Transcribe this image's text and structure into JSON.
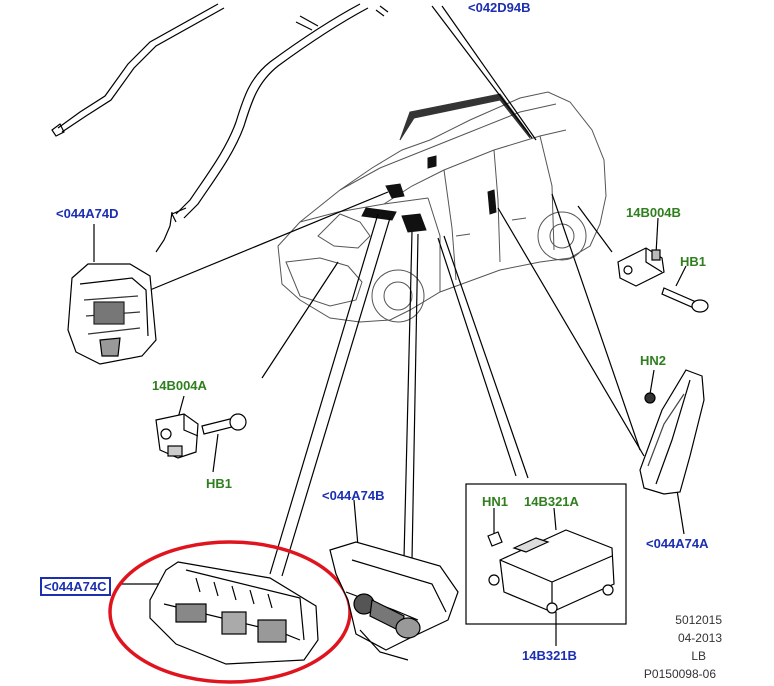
{
  "diagram": {
    "callouts": {
      "c042D94B": "<042D94B",
      "c044A74D": "<044A74D",
      "c14B004B": "14B004B",
      "cHB1_right": "HB1",
      "cHN2": "HN2",
      "c14B004A": "14B004A",
      "cHB1_left": "HB1",
      "c044A74B": "<044A74B",
      "cHN1": "HN1",
      "c14B321A": "14B321A",
      "c14B321B": "14B321B",
      "c044A74A": "<044A74A",
      "c044A74C": "<044A74C"
    },
    "footer": {
      "line1": "5012015",
      "line2": "04-2013",
      "line3": "LB",
      "line4": "P0150098-06"
    },
    "colors": {
      "part_link": "#1b2fb0",
      "hardware": "#2f7f1e",
      "highlight_ring": "#e0141e",
      "linework": "#000000"
    }
  }
}
